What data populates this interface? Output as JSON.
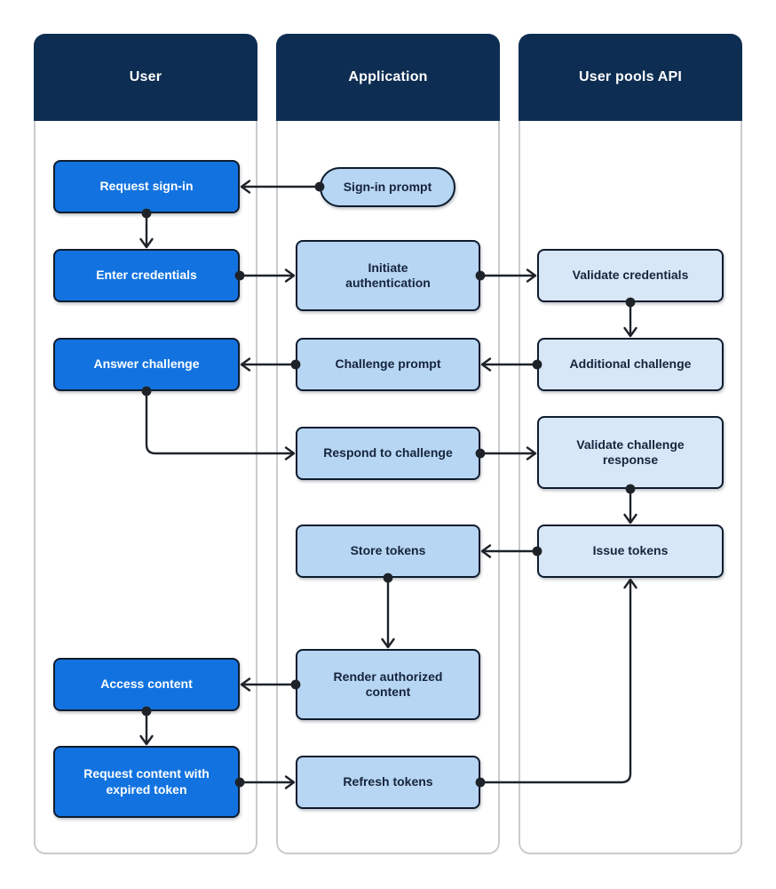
{
  "lanes": {
    "user": {
      "title": "User"
    },
    "application": {
      "title": "Application"
    },
    "api": {
      "title": "User pools API"
    }
  },
  "nodes": {
    "request_sign_in": {
      "label": "Request sign-in",
      "lane": "User"
    },
    "sign_in_prompt": {
      "label": "Sign-in prompt",
      "lane": "Application",
      "shape": "pill"
    },
    "enter_credentials": {
      "label": "Enter credentials",
      "lane": "User"
    },
    "initiate_authentication": {
      "label": "Initiate authentication",
      "lane": "Application"
    },
    "validate_credentials": {
      "label": "Validate credentials",
      "lane": "User pools API"
    },
    "additional_challenge": {
      "label": "Additional challenge",
      "lane": "User pools API"
    },
    "challenge_prompt": {
      "label": "Challenge prompt",
      "lane": "Application"
    },
    "answer_challenge": {
      "label": "Answer challenge",
      "lane": "User"
    },
    "respond_to_challenge": {
      "label": "Respond to challenge",
      "lane": "Application"
    },
    "validate_challenge_response": {
      "label": "Validate challenge response",
      "lane": "User pools API"
    },
    "issue_tokens": {
      "label": "Issue tokens",
      "lane": "User pools API"
    },
    "store_tokens": {
      "label": "Store tokens",
      "lane": "Application"
    },
    "render_authorized_content": {
      "label": "Render authorized content",
      "lane": "Application"
    },
    "access_content": {
      "label": "Access content",
      "lane": "User"
    },
    "request_content_expired": {
      "label": "Request content with expired token",
      "lane": "User"
    },
    "refresh_tokens": {
      "label": "Refresh tokens",
      "lane": "Application"
    }
  },
  "edges": [
    {
      "from": "sign_in_prompt",
      "to": "request_sign_in"
    },
    {
      "from": "request_sign_in",
      "to": "enter_credentials"
    },
    {
      "from": "enter_credentials",
      "to": "initiate_authentication"
    },
    {
      "from": "initiate_authentication",
      "to": "validate_credentials"
    },
    {
      "from": "validate_credentials",
      "to": "additional_challenge"
    },
    {
      "from": "additional_challenge",
      "to": "challenge_prompt"
    },
    {
      "from": "challenge_prompt",
      "to": "answer_challenge"
    },
    {
      "from": "answer_challenge",
      "to": "respond_to_challenge"
    },
    {
      "from": "respond_to_challenge",
      "to": "validate_challenge_response"
    },
    {
      "from": "validate_challenge_response",
      "to": "issue_tokens"
    },
    {
      "from": "issue_tokens",
      "to": "store_tokens"
    },
    {
      "from": "store_tokens",
      "to": "render_authorized_content"
    },
    {
      "from": "render_authorized_content",
      "to": "access_content"
    },
    {
      "from": "access_content",
      "to": "request_content_expired"
    },
    {
      "from": "request_content_expired",
      "to": "refresh_tokens"
    },
    {
      "from": "refresh_tokens",
      "to": "issue_tokens"
    }
  ],
  "colors": {
    "lane_header": "#0d2d52",
    "lane_border": "#c9cbce",
    "user_node": "#1273e0",
    "app_node": "#b7d6f3",
    "api_node": "#d8e7f8",
    "node_border": "#0e1c2e",
    "node_text": "#16243c",
    "arrow": "#1d2329",
    "page_bg": "#ffffff"
  }
}
